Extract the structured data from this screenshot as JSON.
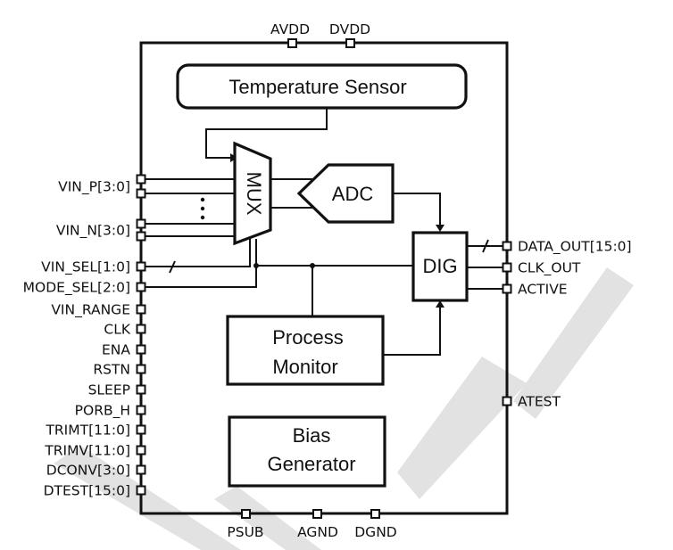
{
  "diagram": {
    "type": "block-diagram",
    "top_pins": [
      "AVDD",
      "DVDD"
    ],
    "bottom_pins": [
      "PSUB",
      "AGND",
      "DGND"
    ],
    "left_pins": [
      "VIN_P[3:0]",
      "VIN_N[3:0]",
      "VIN_SEL[1:0]",
      "MODE_SEL[2:0]",
      "VIN_RANGE",
      "CLK",
      "ENA",
      "RSTN",
      "SLEEP",
      "PORB_H",
      "TRIMT[11:0]",
      "TRIMV[11:0]",
      "DCONV[3:0]",
      "DTEST[15:0]"
    ],
    "right_pins": [
      "DATA_OUT[15:0]",
      "CLK_OUT",
      "ACTIVE",
      "ATEST"
    ],
    "blocks": {
      "temp_sensor": "Temperature Sensor",
      "mux": "MUX",
      "adc": "ADC",
      "dig": "DIG",
      "process_monitor": [
        "Process",
        "Monitor"
      ],
      "bias_generator": [
        "Bias",
        "Generator"
      ]
    },
    "colors": {
      "line": "#111111",
      "watermark": "#e2e2e2",
      "background": "#ffffff"
    }
  }
}
